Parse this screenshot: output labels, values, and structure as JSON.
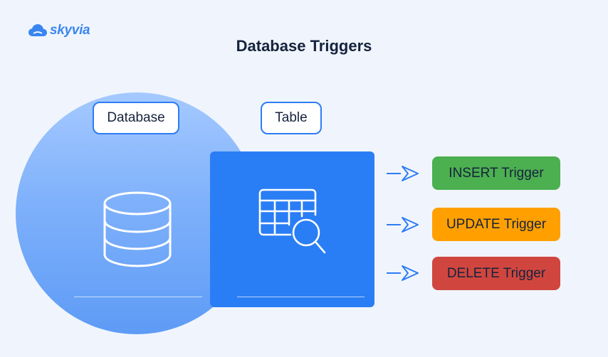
{
  "brand": {
    "name": "skyvia"
  },
  "title": "Database Triggers",
  "labels": {
    "database": "Database",
    "table": "Table"
  },
  "triggers": [
    {
      "label": "INSERT Trigger",
      "color": "#4caf50"
    },
    {
      "label": "UPDATE Trigger",
      "color": "#ffa000"
    },
    {
      "label": "DELETE Trigger",
      "color": "#d0463f"
    }
  ],
  "colors": {
    "accent": "#2a7ef5",
    "background": "#f0f5fd",
    "text": "#16233d"
  },
  "icons": [
    "cloud-icon",
    "database-icon",
    "table-search-icon",
    "arrow-right-icon"
  ]
}
